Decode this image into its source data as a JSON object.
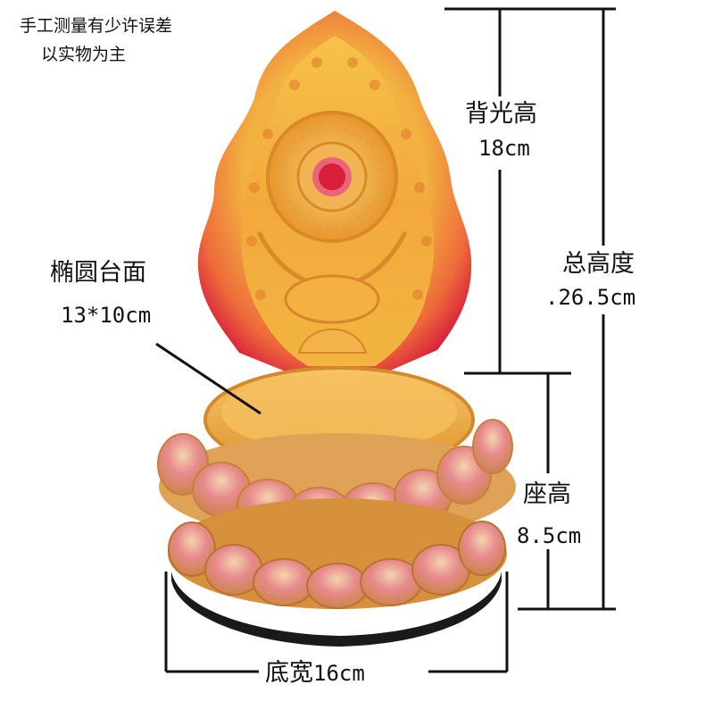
{
  "notes": {
    "line1": "手工测量有少许误差",
    "line2": "以实物为主"
  },
  "dimensions": {
    "backlight_height": {
      "label": "背光高",
      "value": "18cm"
    },
    "total_height": {
      "label": "总高度",
      "value": ".26.5cm"
    },
    "oval_top": {
      "label": "椭圆台面",
      "value": "13*10cm"
    },
    "seat_height": {
      "label": "座高",
      "value": "8.5cm"
    },
    "base_width": {
      "label": "底宽",
      "value": "16cm"
    }
  },
  "colors": {
    "flame_red": "#e8334a",
    "body_orange": "#f0a030",
    "petal_pink": "#d9607a",
    "base_black": "#1a1a1a"
  }
}
